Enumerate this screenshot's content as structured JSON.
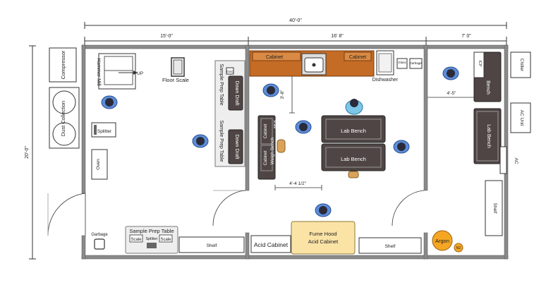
{
  "dimensions": {
    "overall_width": "40'-0\"",
    "overall_depth": "20'-0\"",
    "room1_width": "15'-0\"",
    "room2_width": "16' 8\"",
    "room3_width": "7' 0\"",
    "gap_sink": "3'-8\"",
    "gap_bench": "4'-4 1/2\"",
    "gap_right": "4'-5\""
  },
  "labels": {
    "compressor": "Compressor",
    "dust_collection": "Dust Collection",
    "hammer_mill": "Hammer Mill",
    "up": "UP",
    "floor_scale": "Floor Scale",
    "splitter": "Splitter",
    "oven": "Oven",
    "sample_prep_table": "Sample Prep Table",
    "down_draft": "Down Draft",
    "gsc": "GSC",
    "garbage": "Garbage",
    "scale": "Scale",
    "shelf": "Shelf",
    "cabinet": "Cabinet",
    "dishwasher": "Dishwasher",
    "glass": "Glass",
    "lab_bench": "Lab Bench",
    "weigh_bench": "Weigh Bench",
    "acid_cabinet": "Acid Cabinet",
    "fume_hood": "Fume Hood",
    "icp": "ICP",
    "bench": "Bench",
    "chiller": "Chiller",
    "ac_unit": "AC Unit",
    "ac": "AC",
    "argon": "Argon",
    "n2": "N2"
  }
}
